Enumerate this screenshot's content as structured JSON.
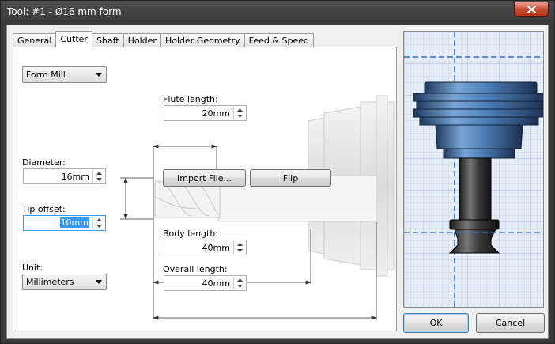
{
  "window": {
    "title": "Tool: #1 - Ø16 mm form"
  },
  "tabs": [
    {
      "label": "General"
    },
    {
      "label": "Cutter"
    },
    {
      "label": "Shaft"
    },
    {
      "label": "Holder"
    },
    {
      "label": "Holder Geometry"
    },
    {
      "label": "Feed & Speed"
    }
  ],
  "cutter": {
    "type_value": "Form Mill",
    "flute_length_label": "Flute length:",
    "flute_length_value": "20mm",
    "diameter_label": "Diameter:",
    "diameter_value": "16mm",
    "tip_offset_label": "Tip offset:",
    "tip_offset_value": "10mm",
    "body_length_label": "Body length:",
    "body_length_value": "40mm",
    "overall_length_label": "Overall length:",
    "overall_length_value": "40mm",
    "unit_label": "Unit:",
    "unit_value": "Millimeters",
    "import_button": "Import File...",
    "flip_button": "Flip"
  },
  "dialog": {
    "ok_label": "OK",
    "cancel_label": "Cancel"
  },
  "icons": [
    "close-icon",
    "spin-up-icon",
    "spin-down-icon",
    "chevron-down-icon"
  ],
  "colors": {
    "accent": "#3399ff",
    "close": "#c8503a",
    "preview_steel": "#4d7fb8"
  }
}
